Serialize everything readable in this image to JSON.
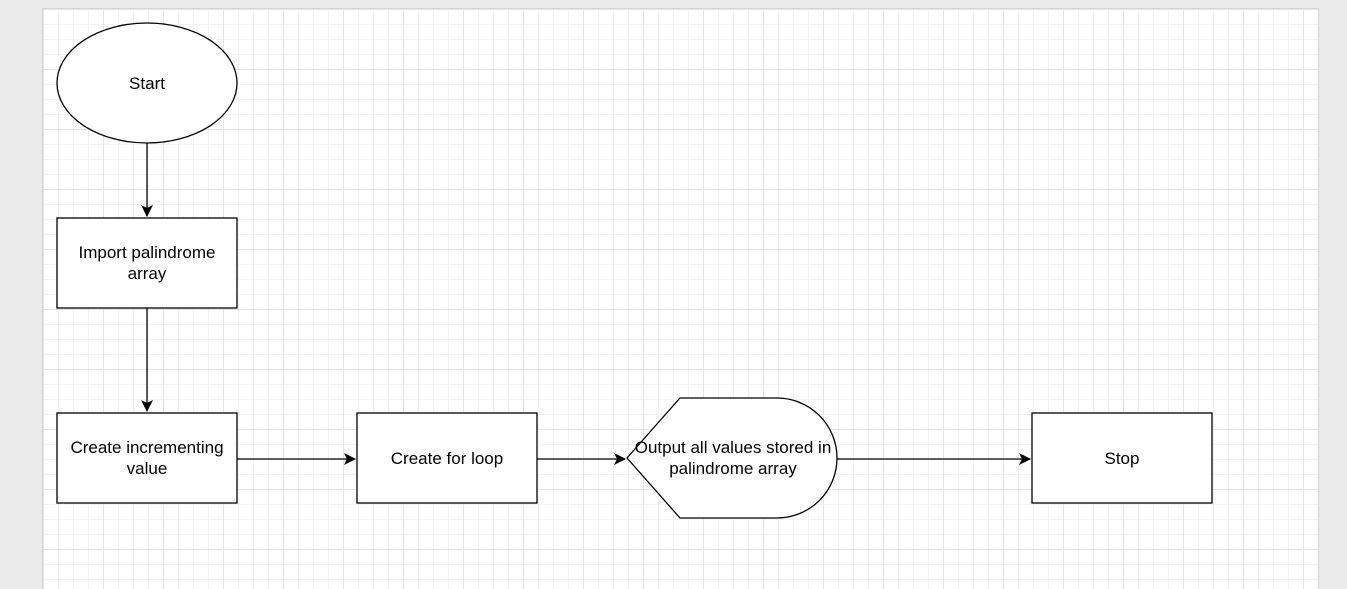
{
  "diagram": {
    "type": "flowchart",
    "nodes": [
      {
        "id": "start",
        "shape": "ellipse",
        "label": "Start"
      },
      {
        "id": "import",
        "shape": "rectangle",
        "label": "Import palindrome array"
      },
      {
        "id": "increment",
        "shape": "rectangle",
        "label": "Create incrementing value"
      },
      {
        "id": "loop",
        "shape": "rectangle",
        "label": "Create for loop"
      },
      {
        "id": "output",
        "shape": "display",
        "label": "Output all values stored in palindrome array"
      },
      {
        "id": "stop",
        "shape": "rectangle",
        "label": "Stop"
      }
    ],
    "edges": [
      {
        "from": "start",
        "to": "import"
      },
      {
        "from": "import",
        "to": "increment"
      },
      {
        "from": "increment",
        "to": "loop"
      },
      {
        "from": "loop",
        "to": "output"
      },
      {
        "from": "output",
        "to": "stop"
      }
    ],
    "colors": {
      "stroke": "#000000",
      "fill": "#ffffff",
      "grid": "#e6e6e6",
      "background": "#ebebeb"
    }
  }
}
